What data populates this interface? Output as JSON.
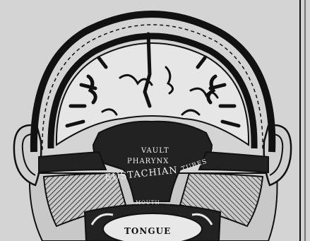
{
  "diagram": {
    "labels": {
      "vault": "VAULT",
      "pharynx": "PHARYNX",
      "eustachian": "EUSTACHIAN",
      "tubes": "TUBES",
      "tongue": "TONGUE",
      "mouth": "MOUTH"
    },
    "colors": {
      "paper": "#d4d4d4",
      "ink": "#111111"
    }
  }
}
